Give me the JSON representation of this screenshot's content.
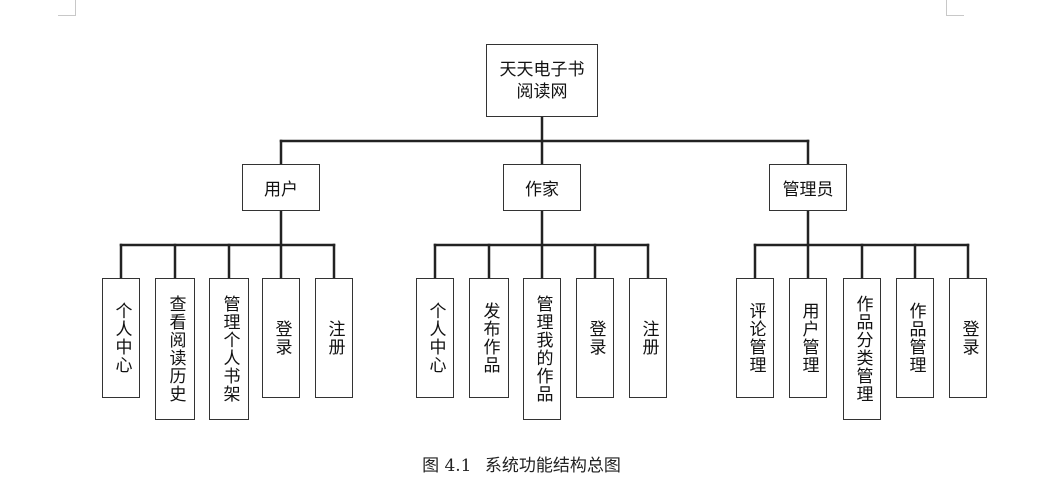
{
  "diagram": {
    "root": "天天电子书阅读网",
    "groups": [
      {
        "label": "用户",
        "items": [
          "个人中心",
          "查看阅读历史",
          "管理个人书架",
          "登录",
          "注册"
        ]
      },
      {
        "label": "作家",
        "items": [
          "个人中心",
          "发布作品",
          "管理我的作品",
          "登录",
          "注册"
        ]
      },
      {
        "label": "管理员",
        "items": [
          "评论管理",
          "用户管理",
          "作品分类管理",
          "作品管理",
          "登录"
        ]
      }
    ]
  },
  "caption": {
    "number": "图 4.1",
    "title": "系统功能结构总图"
  }
}
